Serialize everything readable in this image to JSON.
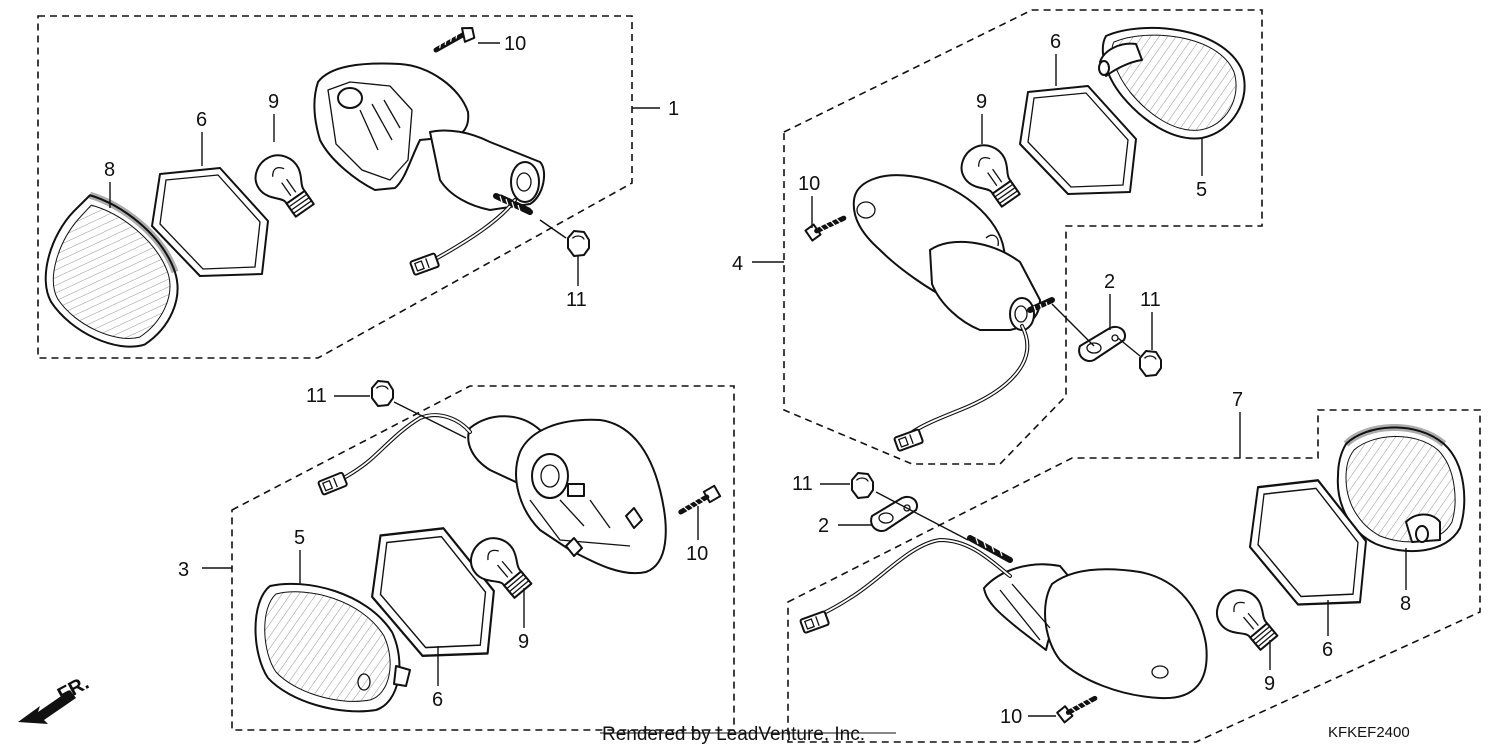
{
  "diagram": {
    "callouts": {
      "a1": "1",
      "a6": "6",
      "a8": "8",
      "a9": "9",
      "a10": "10",
      "a11": "11",
      "b4": "4",
      "b5": "5",
      "b6": "6",
      "b9": "9",
      "b10": "10",
      "b2": "2",
      "b11": "11",
      "c3": "3",
      "c5": "5",
      "c6": "6",
      "c9": "9",
      "c10": "10",
      "c11": "11",
      "d7": "7",
      "d11": "11",
      "d2": "2",
      "d6": "6",
      "d8": "8",
      "d9": "9",
      "d10": "10"
    },
    "direction_label": "FR.",
    "watermark": "Rendered by LeadVenture, Inc.",
    "diagram_code": "KFKEF2400"
  }
}
